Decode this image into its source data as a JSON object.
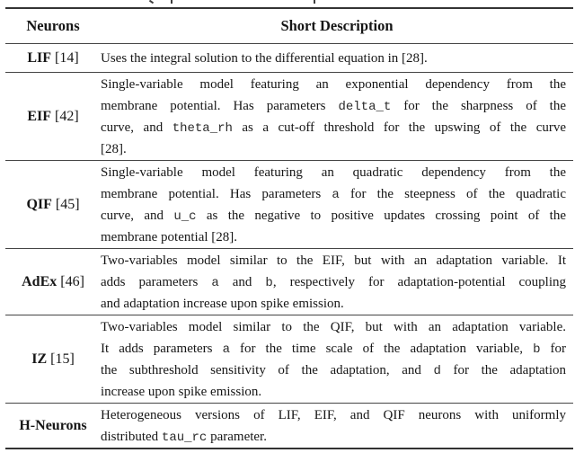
{
  "page": {
    "background": "#ffffff",
    "text_color": "#161616",
    "rule_color": "#333333"
  },
  "table": {
    "header": {
      "neurons": "Neurons",
      "description": "Short Description"
    },
    "rows": [
      {
        "name": "LIF",
        "ref": "[14]",
        "desc_lines": [
          "Uses the integral solution to the differential equation in [28]."
        ]
      },
      {
        "name": "EIF",
        "ref": "[42]",
        "desc_lines": [
          "Single-variable model featuring an exponential dependency from the",
          "membrane potential. Has parameters `delta_t` for the sharpness of the",
          "curve, and `theta_rh` as a cut-off threshold for the upswing of the curve",
          "[28]."
        ]
      },
      {
        "name": "QIF",
        "ref": "[45]",
        "desc_lines": [
          "Single-variable model featuring an quadratic dependency from the",
          "membrane potential. Has parameters `a` for the steepness of the quadratic",
          "curve, and `u_c` as the negative to positive updates crossing point of the",
          "membrane potential [28]."
        ]
      },
      {
        "name": "AdEx",
        "ref": "[46]",
        "desc_lines": [
          "Two-variables model similar to the EIF, but with an adaptation variable. It",
          "adds parameters `a` and `b`, respectively for adaptation-potential coupling",
          "and adaptation increase upon spike emission."
        ]
      },
      {
        "name": "IZ",
        "ref": "[15]",
        "desc_lines": [
          "Two-variables model similar to the QIF, but with an adaptation variable.",
          "It adds parameters `a` for the time scale of the adaptation variable, `b` for",
          "the subthreshold sensitivity of the adaptation, and `d` for the adaptation",
          "increase upon spike emission."
        ]
      },
      {
        "name": "H-Neurons",
        "ref": "",
        "desc_lines": [
          "Heterogeneous versions of LIF, EIF, and QIF neurons with uniformly",
          "distributed `tau_rc` parameter."
        ]
      }
    ]
  }
}
